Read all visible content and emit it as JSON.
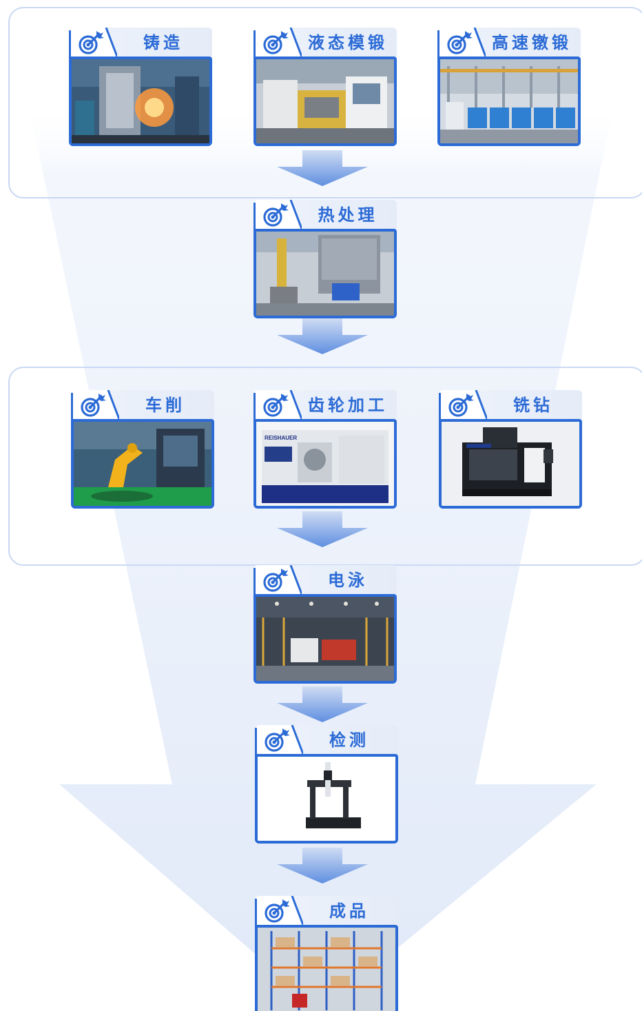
{
  "colors": {
    "accent": "#2c6bd6",
    "tab_bg": "#e8eef9",
    "frame": "#c9d8f3",
    "funnel": "#e6edf9",
    "arrow_top": "#cfdcf4",
    "arrow_bottom": "#5f8fe0"
  },
  "badge_icon": "target-arrow-icon",
  "groups": [
    {
      "steps": [
        {
          "label": "铸造",
          "photo": "foundry-casting-photo"
        },
        {
          "label": "液态模锻",
          "photo": "liquid-die-forging-photo"
        },
        {
          "label": "高速镦锻",
          "photo": "high-speed-upset-forging-photo"
        }
      ]
    },
    {
      "steps": [
        {
          "label": "热处理",
          "photo": "heat-treatment-furnace-photo"
        }
      ]
    },
    {
      "steps": [
        {
          "label": "车削",
          "photo": "turning-robot-cell-photo"
        },
        {
          "label": "齿轮加工",
          "photo": "gear-machining-center-photo"
        },
        {
          "label": "铣钻",
          "photo": "milling-drilling-center-photo"
        }
      ]
    },
    {
      "steps": [
        {
          "label": "电泳",
          "photo": "electrophoresis-line-photo"
        }
      ]
    },
    {
      "steps": [
        {
          "label": "检测",
          "photo": "cmm-inspection-photo"
        }
      ]
    },
    {
      "steps": [
        {
          "label": "成品",
          "photo": "finished-goods-warehouse-photo"
        }
      ]
    }
  ],
  "photo_text": {
    "gear_machine_brand": "REISHAUER"
  }
}
